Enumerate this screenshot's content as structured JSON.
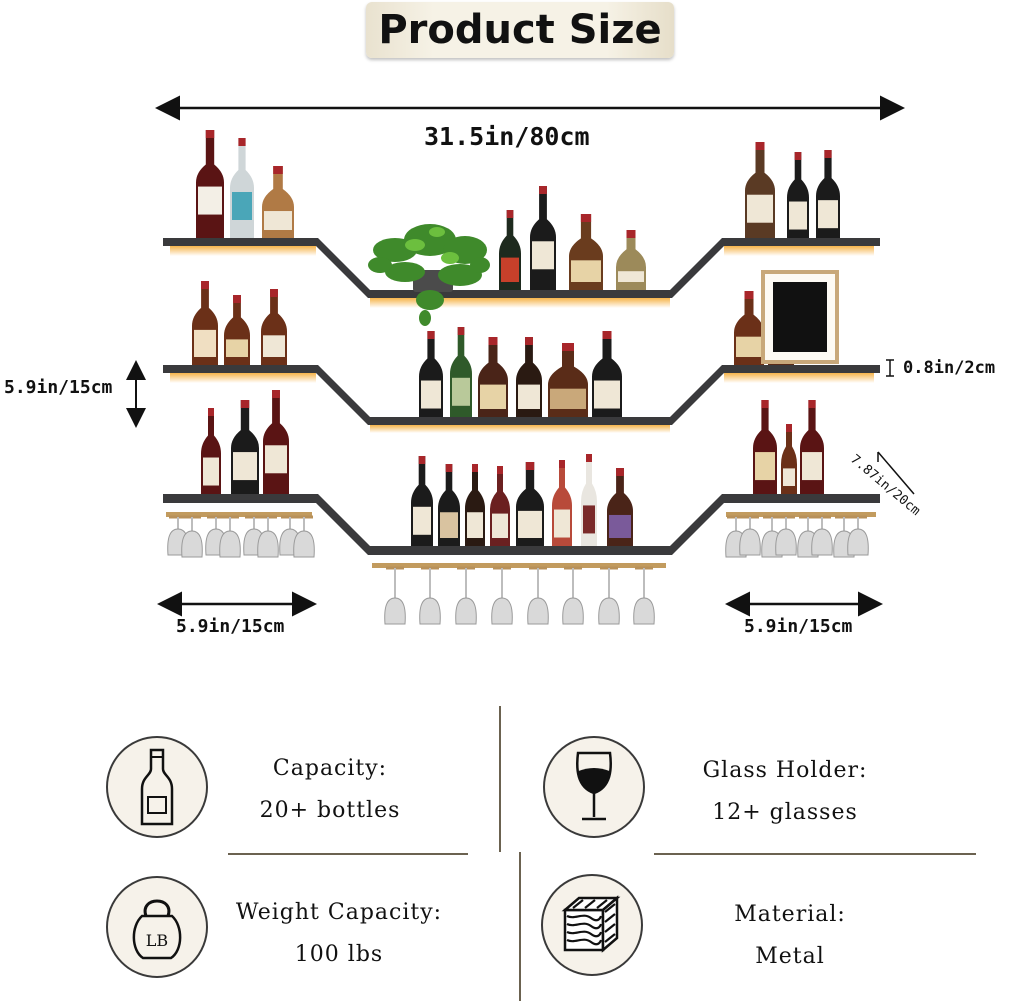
{
  "header": {
    "title": "Product Size"
  },
  "dimensions": {
    "width": "31.5in/80cm",
    "shelf_spacing": "5.9in/15cm",
    "thickness": "0.8in/2cm",
    "depth": "7.87in/20cm",
    "left_section": "5.9in/15cm",
    "right_section": "5.9in/15cm"
  },
  "features": [
    {
      "icon": "wine-bottle-icon",
      "label": "Capacity:",
      "value": "20+ bottles"
    },
    {
      "icon": "wine-glass-icon",
      "label": "Glass Holder:",
      "value": "12+ glasses"
    },
    {
      "icon": "kettlebell-icon",
      "label": "Weight Capacity:",
      "value": "100 lbs",
      "icon_text": "LB"
    },
    {
      "icon": "metal-cube-icon",
      "label": "Material:",
      "value": "Metal"
    }
  ],
  "colors": {
    "shelf": "#3a3a3c",
    "led_glow": "#f2a93b",
    "divider": "#6b6250",
    "badge": "#f6f2e6"
  }
}
